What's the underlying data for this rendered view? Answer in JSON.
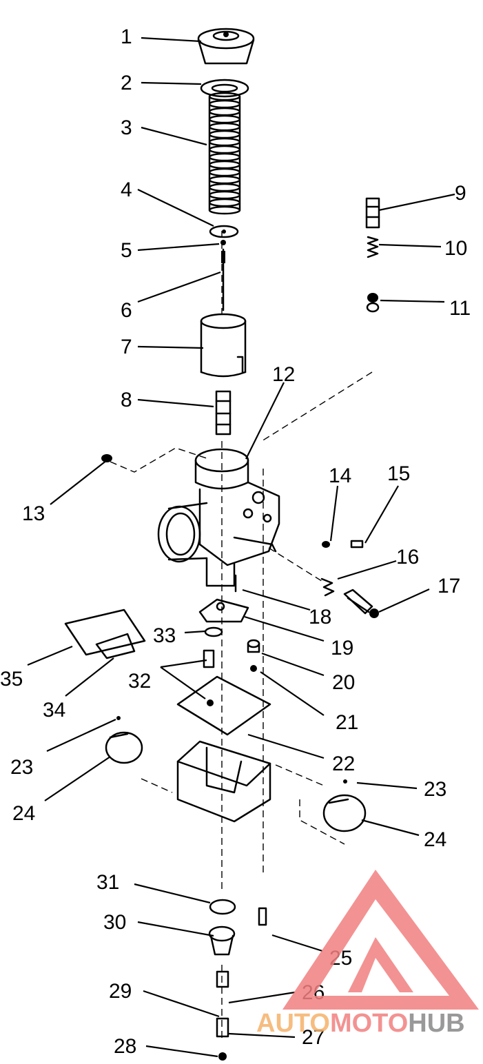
{
  "diagram": {
    "labels": {
      "p1": "1",
      "p2": "2",
      "p3": "3",
      "p4": "4",
      "p5": "5",
      "p6": "6",
      "p7": "7",
      "p8": "8",
      "p9": "9",
      "p10": "10",
      "p11": "11",
      "p12": "12",
      "p13": "13",
      "p14": "14",
      "p15": "15",
      "p16": "16",
      "p17": "17",
      "p18": "18",
      "p19": "19",
      "p20": "20",
      "p21": "21",
      "p22": "22",
      "p23a": "23",
      "p23b": "23",
      "p24a": "24",
      "p24b": "24",
      "p25": "25",
      "p26": "26",
      "p27": "27",
      "p28": "28",
      "p29": "29",
      "p30": "30",
      "p31": "31",
      "p32": "32",
      "p33": "33",
      "p34": "34",
      "p35": "35"
    }
  },
  "watermark": {
    "part1": "AUTO",
    "part2": "MOTO",
    "part3": "HUB",
    "color_light": "#f5b26b",
    "color_main": "#f28080",
    "color_dark": "#888888"
  }
}
